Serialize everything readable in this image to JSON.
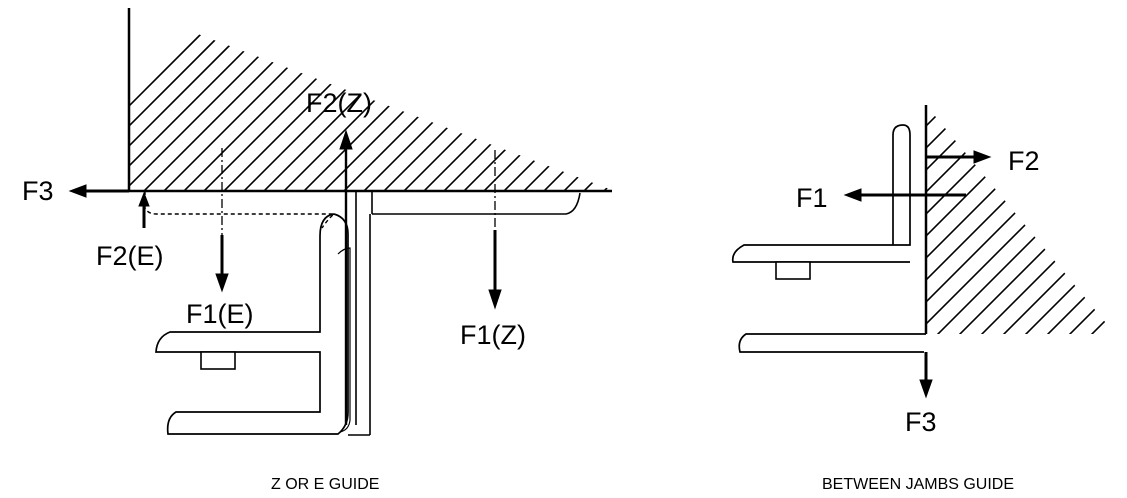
{
  "diagrams": [
    {
      "caption": "Z OR E GUIDE",
      "labels": {
        "f3": "F3",
        "f2e": "F2(E)",
        "f2z": "F2(Z)",
        "f1e": "F1(E)",
        "f1z": "F1(Z)"
      }
    },
    {
      "caption": "BETWEEN JAMBS GUIDE",
      "labels": {
        "f1": "F1",
        "f2": "F2",
        "f3": "F3"
      }
    }
  ]
}
